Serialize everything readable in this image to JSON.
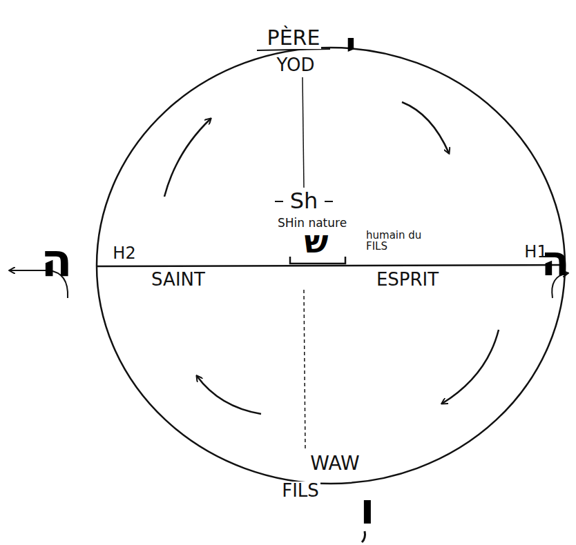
{
  "diagram": {
    "labels": [
      "PÈRE",
      "י",
      "YOD",
      "Sh",
      "SHin nature",
      "ש",
      "humain du FILS",
      "H2",
      "ה",
      "H1",
      "ה",
      "SAINT",
      "ESPRIT",
      "WAW",
      "FILS",
      "ו"
    ]
  }
}
